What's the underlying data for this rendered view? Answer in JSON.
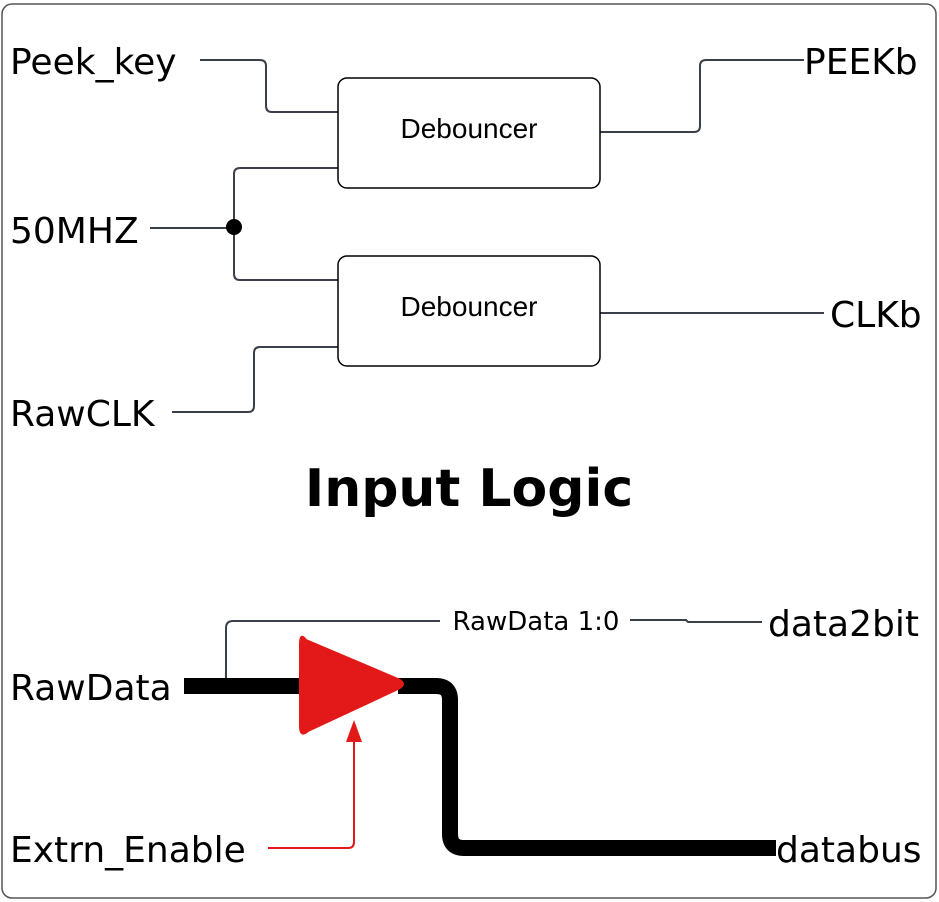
{
  "title": "Input Logic",
  "colors": {
    "wire": "#3a3f4a",
    "bus": "#000000",
    "buffer_fill": "#e31818",
    "enable_wire": "#e31818",
    "frame": "#555555"
  },
  "inputs": {
    "peek_key": "Peek_key",
    "clock": "50MHZ",
    "raw_clk": "RawCLK",
    "raw_data": "RawData",
    "extrn_enable": "Extrn_Enable"
  },
  "outputs": {
    "peekb": "PEEKb",
    "clkb": "CLKb",
    "data2bit": "data2bit",
    "databus": "databus"
  },
  "blocks": {
    "debouncer_top": "Debouncer",
    "debouncer_bottom": "Debouncer"
  },
  "bus_tap_label": "RawData 1:0"
}
